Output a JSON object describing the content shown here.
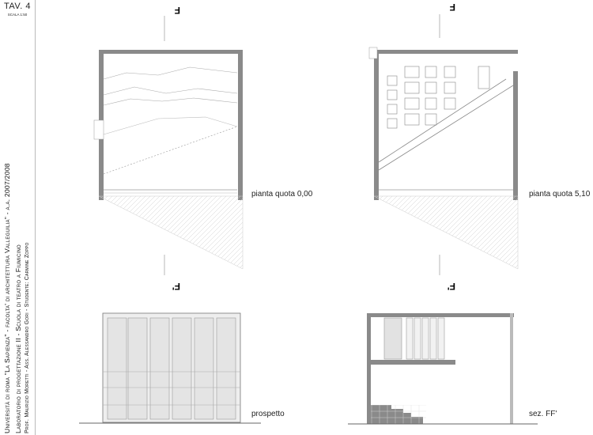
{
  "title_block": {
    "tav": "TAV. 4",
    "scala": "SCALA 1:50",
    "line1": "Università di roma \"La Sapienza\" - facolta' di architettura Valleguilia\" - a.a. 2007/2008",
    "line2": "Laboratorio di progettazione II - Scuola di teatro a Fiumicino",
    "line3": "Prof. Maurizio Moretti - Ass. Alessandro Gori - Studente: Carmine Zoppo"
  },
  "drawings": {
    "plan_ground_label": "pianta quota 0,00",
    "plan_upper_label": "pianta quota 5,10",
    "elevation_label": "prospetto",
    "section_label": "sez. FF'"
  },
  "section_marks": {
    "top": "F",
    "bottom": "F'"
  }
}
